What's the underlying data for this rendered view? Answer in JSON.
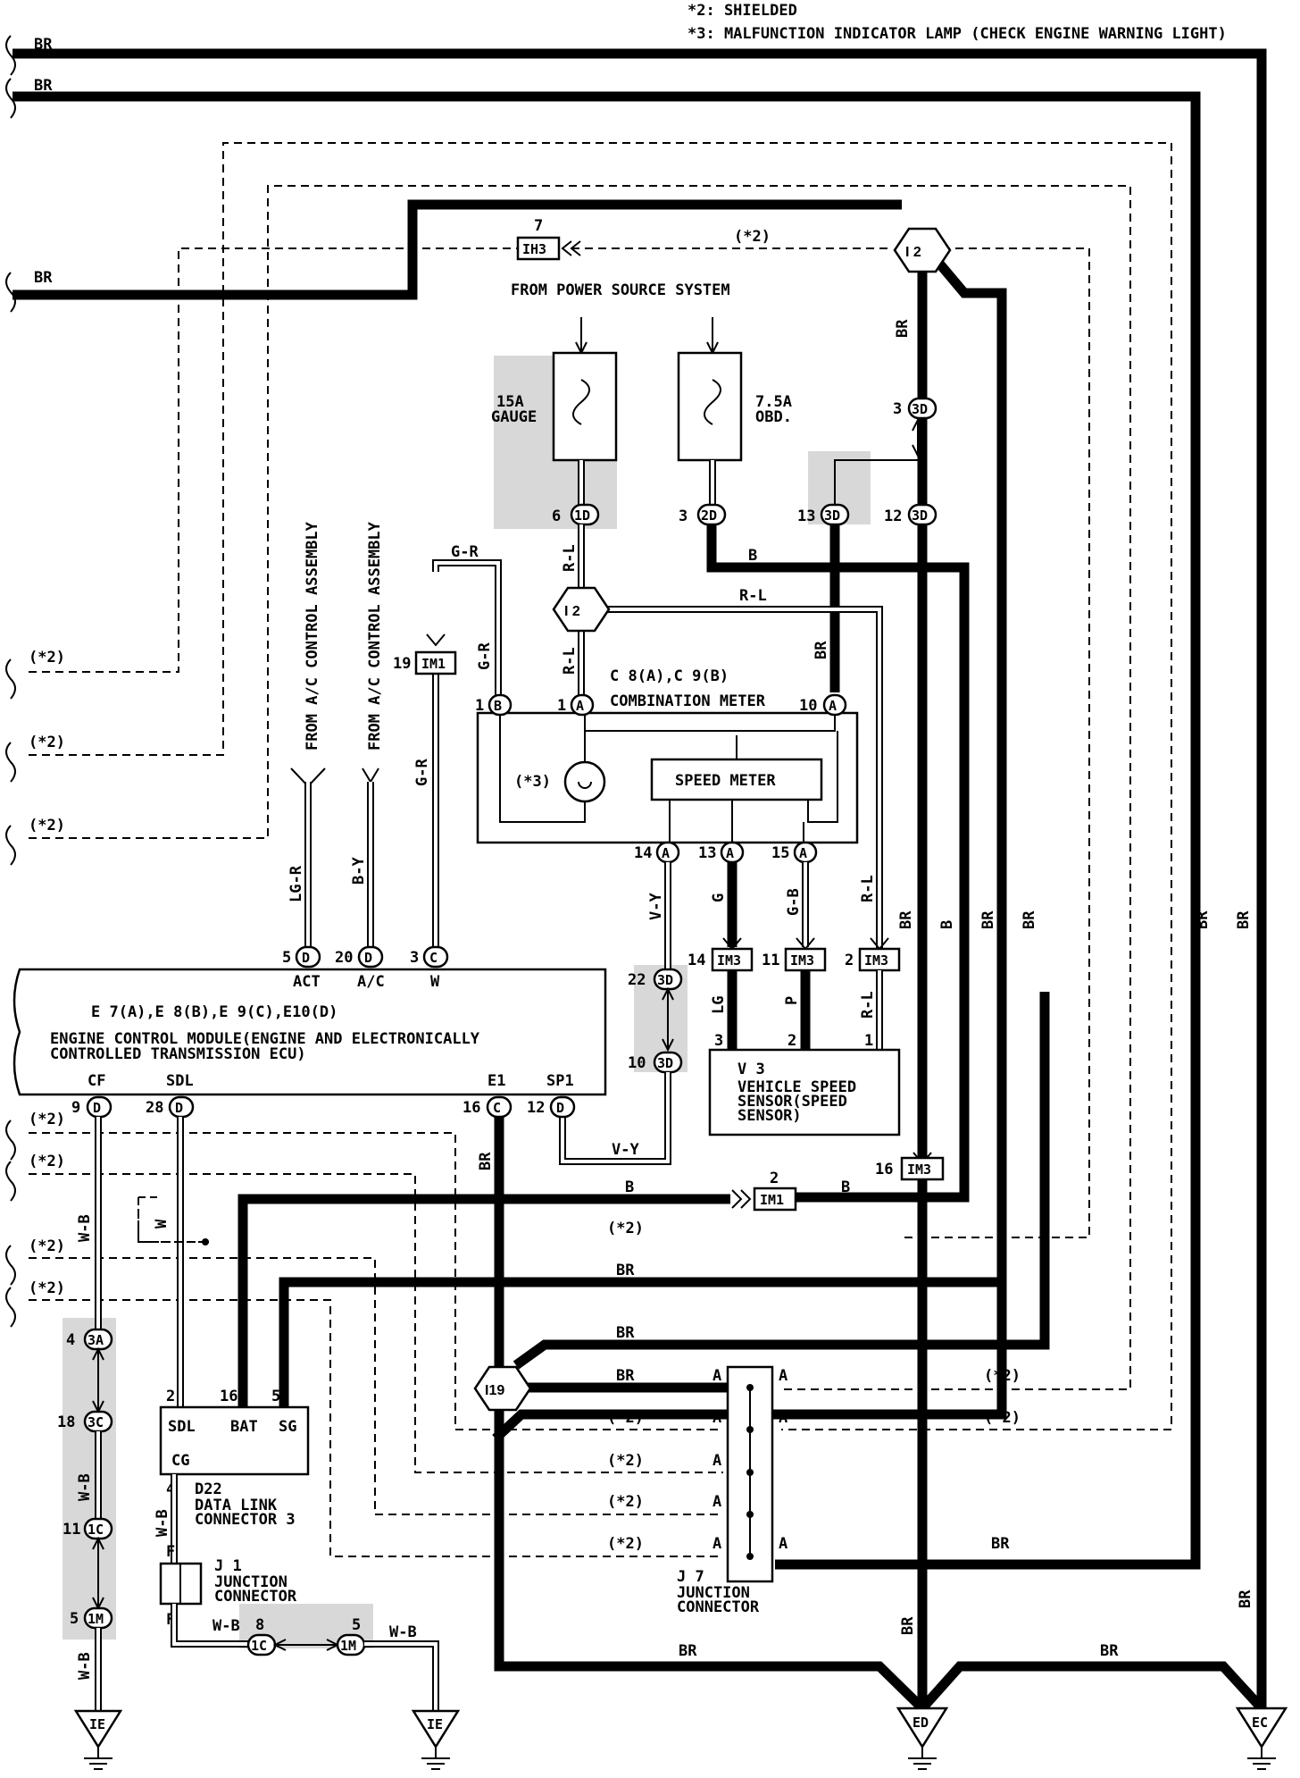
{
  "notes": {
    "n2": "*2: SHIELDED",
    "n3": "*3: MALFUNCTION INDICATOR LAMP (CHECK ENGINE WARNING LIGHT)"
  },
  "wire": {
    "br": "BR",
    "b": "B",
    "rl": "R-L",
    "gr": "G-R",
    "lgr": "LG-R",
    "by": "B-Y",
    "vy": "V-Y",
    "g": "G",
    "gb": "G-B",
    "lg": "LG",
    "p": "P",
    "wb": "W-B",
    "w": "W"
  },
  "shield": "(*2)",
  "power": "FROM POWER SOURCE SYSTEM",
  "fuse1": {
    "rating": "15A",
    "name": "GAUGE"
  },
  "fuse2": {
    "rating": "7.5A",
    "name": "OBD."
  },
  "from_ac1": "FROM A/C CONTROL ASSEMBLY",
  "from_ac2": "FROM A/C CONTROL ASSEMBLY",
  "meter": {
    "id": "C 8(A),C 9(B)",
    "title": "COMBINATION METER",
    "speed": "SPEED METER",
    "mil": "(*3)"
  },
  "ecm": {
    "ids": "E 7(A),E 8(B),E 9(C),E10(D)",
    "line1": "ENGINE CONTROL MODULE(ENGINE AND ELECTRONICALLY",
    "line2": "CONTROLLED TRANSMISSION ECU)",
    "act": "ACT",
    "ac": "A/C",
    "w": "W",
    "cf": "CF",
    "sdl": "SDL",
    "e1": "E1",
    "sp1": "SP1"
  },
  "sensor": {
    "id": "V 3",
    "line1": "VEHICLE SPEED",
    "line2": "SENSOR(SPEED",
    "line3": "SENSOR)"
  },
  "dlc": {
    "sdl": "SDL",
    "bat": "BAT",
    "sg": "SG",
    "cg": "CG",
    "id": "D22",
    "line1": "DATA LINK",
    "line2": "CONNECTOR 3"
  },
  "j1": {
    "id": "J 1",
    "line1": "JUNCTION",
    "line2": "CONNECTOR"
  },
  "j7": {
    "id": "J 7",
    "line1": "JUNCTION",
    "line2": "CONNECTOR"
  },
  "junctions": {
    "i2": "I 2",
    "i19": "I19"
  },
  "grounds": {
    "ie1": "IE",
    "ie2": "IE",
    "ed": "ED",
    "ec": "EC"
  },
  "connectors": {
    "ih3": "IH3",
    "im1": "IM1",
    "im3": "IM3",
    "d1": "1D",
    "d2": "2D",
    "d3": "3D",
    "c3a": "3A",
    "c3c": "3C",
    "c1c": "1C",
    "c1m": "1M"
  },
  "pins": {
    "p7": "7",
    "p6": "6",
    "p3": "3",
    "p13": "13",
    "p12": "12",
    "p19": "19",
    "p1": "1",
    "p10": "10",
    "p14": "14",
    "p15": "15",
    "p11": "11",
    "p2": "2",
    "p5": "5",
    "p20": "20",
    "p9": "9",
    "p28": "28",
    "p16": "16",
    "p22": "22",
    "p4": "4",
    "p18": "18",
    "p8": "8"
  },
  "letters": {
    "a": "A",
    "b": "B",
    "c": "C",
    "d": "D",
    "f": "F"
  }
}
